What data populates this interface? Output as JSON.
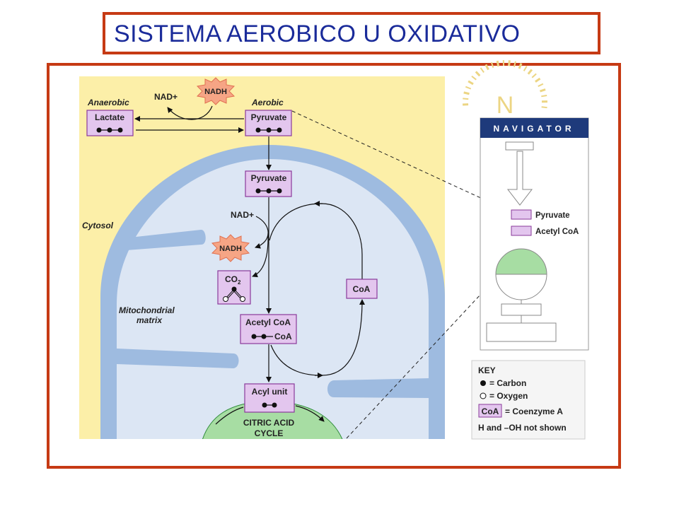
{
  "title": "SISTEMA AEROBICO U OXIDATIVO",
  "colors": {
    "border": "#c63a14",
    "title_text": "#1a2b9a",
    "cytosol": "#fcefa8",
    "membrane": "#9ebbe0",
    "matrix": "#dce6f4",
    "molecule_box": "#e3c6ee",
    "molecule_border": "#8a3a9a",
    "nadh_burst": "#f6a585",
    "citric_cycle": "#a7dda3",
    "navigator_bar": "#1e3a7b"
  },
  "labels": {
    "anaerobic": "Anaerobic",
    "aerobic": "Aerobic",
    "cytosol": "Cytosol",
    "matrix_line1": "Mitochondrial",
    "matrix_line2": "matrix",
    "nad_top": "NAD+",
    "nadh_top": "NADH",
    "nad_mid": "NAD+",
    "nadh_mid": "NADH"
  },
  "molecules": {
    "lactate": "Lactate",
    "pyruvate_cytosol": "Pyruvate",
    "pyruvate_matrix": "Pyruvate",
    "co2": "CO",
    "co2_sub": "2",
    "acetyl_coa_line1": "Acetyl CoA",
    "acetyl_coa_line2": "CoA",
    "coa": "CoA",
    "acyl_unit": "Acyl unit",
    "citric_line1": "CITRIC ACID",
    "citric_line2": "CYCLE"
  },
  "navigator": {
    "compass_letter": "N",
    "header": "NAVIGATOR",
    "item1": "Pyruvate",
    "item2": "Acetyl CoA"
  },
  "key": {
    "title": "KEY",
    "carbon": "= Carbon",
    "oxygen": "= Oxygen",
    "coa_box": "CoA",
    "coa_desc": "= Coenzyme A",
    "note": "H and –OH not shown"
  }
}
